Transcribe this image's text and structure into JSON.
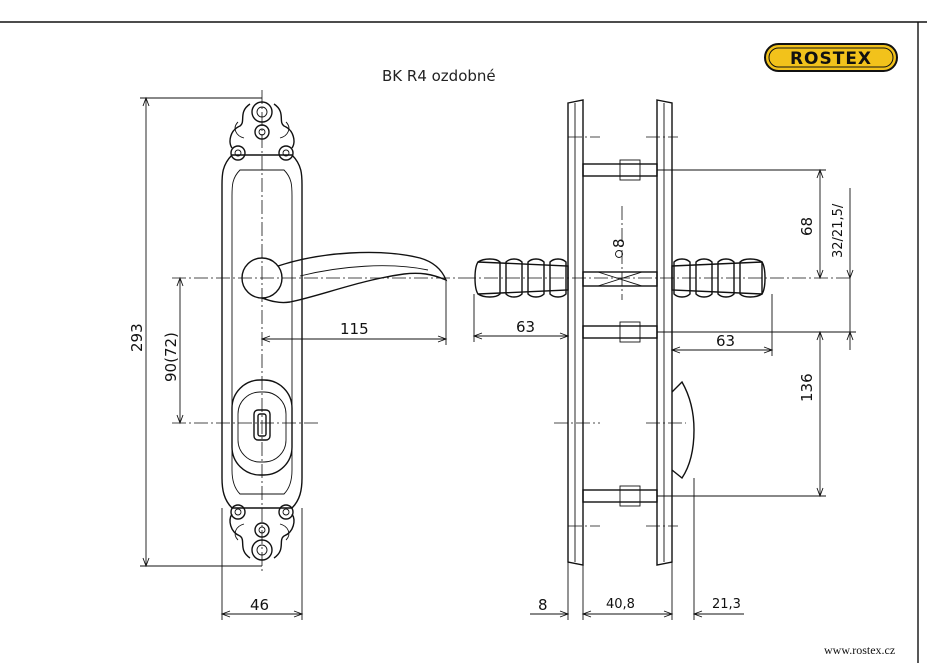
{
  "title": "BK R4 ozdobné",
  "brand": "ROSTEX",
  "website": "www.rostex.cz",
  "dimensions": {
    "height_total": "293",
    "handle_to_key": "90(72)",
    "handle_length_front": "115",
    "plate_width": "46",
    "handle_proj_left": "63",
    "handle_proj_right": "63",
    "spindle": "8",
    "bolt_spacing": "68",
    "bolt_offset": "32/21,5/",
    "bolt_spacing_lower": "136",
    "plate_thick": "8",
    "door_thick": "40,8",
    "rosette_depth": "21,3"
  },
  "colors": {
    "logo_fill": "#f2c21b",
    "line": "#111111"
  }
}
